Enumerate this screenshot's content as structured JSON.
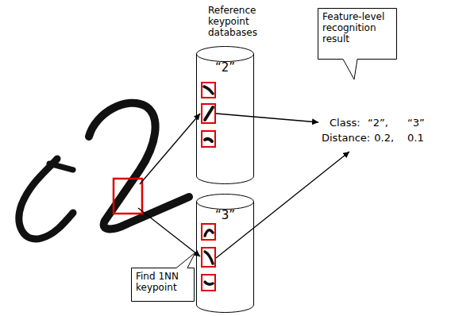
{
  "diagram": {
    "nodes": [
      {
        "text": [
          "“2”"
        ]
      },
      {
        "text": [
          "Feature-level recognition result"
        ]
      },
      {
        "text": [
          "“3”"
        ]
      },
      {
        "text": [
          "Find 1NN keypoint"
        ]
      }
    ],
    "labels": [
      "Reference keypoint databases",
      "Class:",
      "“2”,",
      "“3”",
      "Distance:",
      "0.2,",
      "0.1"
    ]
  }
}
